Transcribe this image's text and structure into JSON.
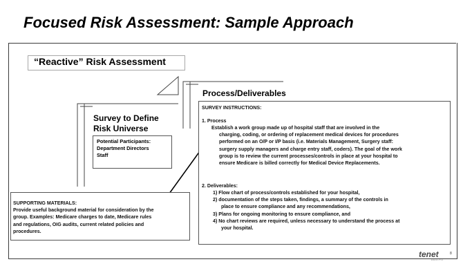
{
  "slide": {
    "title": "Focused Risk Assessment: Sample Approach",
    "reactive_title": "“Reactive” Risk Assessment",
    "process_heading": "Process/Deliverables",
    "survey_title_lines": [
      "Survey to Define",
      "Risk Universe"
    ],
    "participants": [
      "Potential Participants:",
      "Department Directors",
      "Staff"
    ],
    "instructions": {
      "heading": "SURVEY INSTRUCTIONS:",
      "process_label": "1.  Process",
      "process_lines": [
        "Establish a work group made up of hospital staff that are involved in the",
        "charging, coding, or ordering of replacement medical devices for procedures",
        "performed on an O/P or I/P basis (i.e. Materials Management, Surgery staff:",
        "surgery supply managers and charge entry staff, coders). The goal of the work",
        "group is to review the current processes/controls in place at your hospital to",
        "ensure Medicare is billed correctly for Medical Device Replacements."
      ],
      "deliverables_label": "2.  Deliverables:",
      "deliverable_lines": [
        "1) Flow chart of process/controls established for your hospital,",
        "2) documentation of the steps taken, findings, a summary of the controls in",
        "place to ensure compliance and any recommendations,",
        "3) Plans for ongoing monitoring to ensure compliance, and",
        "4) No chart reviews are required, unless necessary to understand the process at",
        "your hospital."
      ]
    },
    "supporting": [
      "SUPPORTING MATERIALS:",
      "Provide useful background material for consideration by the",
      "group.  Examples: Medicare charges to date, Medicare rules",
      "and regulations, OIG audits, current related policies and",
      "procedures."
    ],
    "logo": "tenet",
    "logo_sub": "HEALTH",
    "page_number": "8"
  }
}
